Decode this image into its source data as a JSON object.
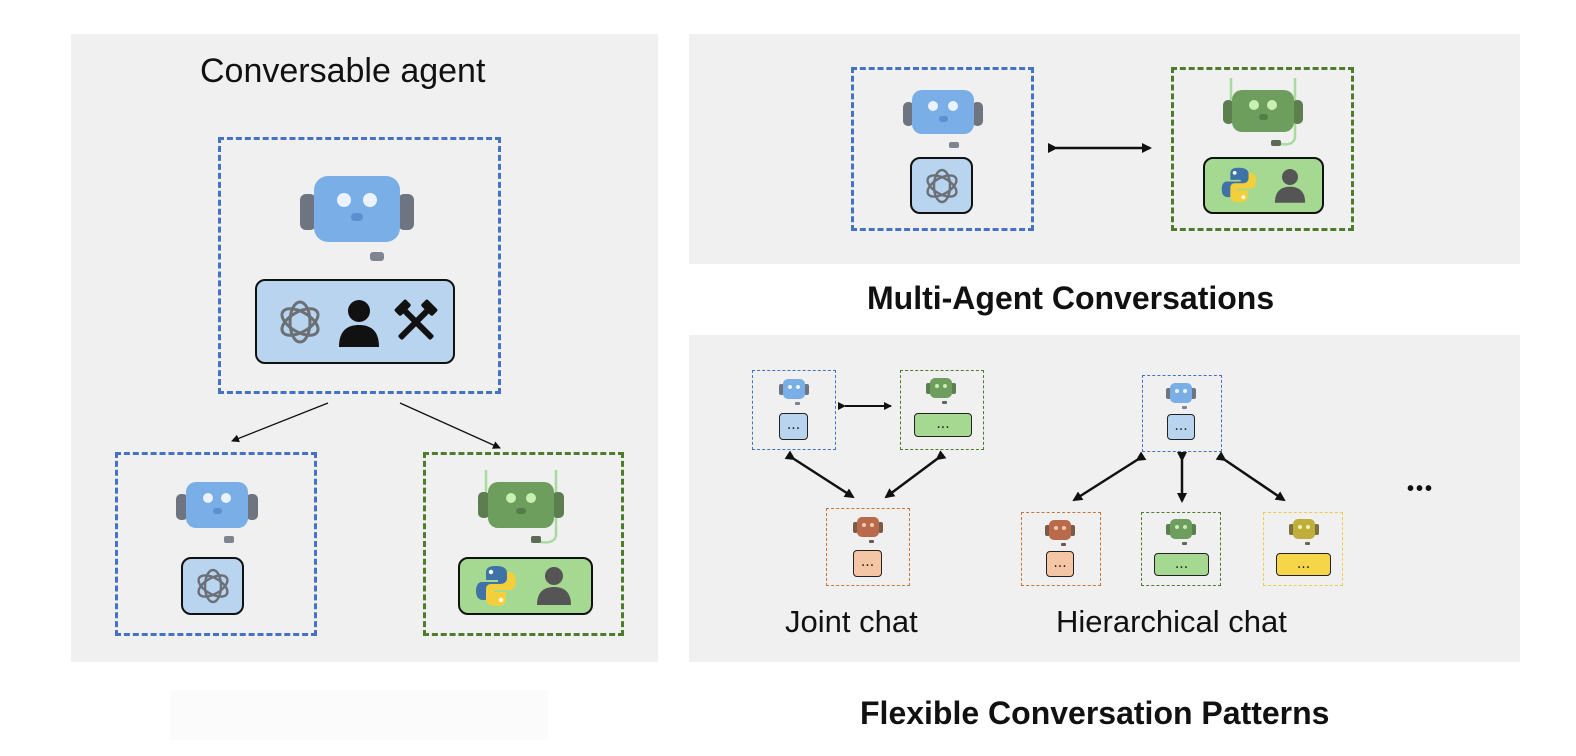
{
  "left_panel": {
    "title": "Conversable agent"
  },
  "right_top_panel": {
    "caption": "Multi-Agent Conversations"
  },
  "right_bottom_panel": {
    "joint_label": "Joint chat",
    "hierarchical_label": "Hierarchical chat",
    "more_indicator": "•••",
    "caption": "Flexible Conversation Patterns",
    "ellipsis": "..."
  },
  "colors": {
    "blue_agent": "#7aaee6",
    "blue_dash": "#4472c4",
    "green_agent": "#6e9e5e",
    "green_dash": "#4e7c2d",
    "orange_agent": "#b86a4a",
    "orange_dash": "#c6763a",
    "yellow_agent": "#bfae3a",
    "yellow_dash": "#f2c94c",
    "panel_bg": "#f0f0f0"
  },
  "icons": [
    "robot-head-icon",
    "openai-logo-icon",
    "person-icon",
    "tools-icon",
    "python-logo-icon"
  ]
}
